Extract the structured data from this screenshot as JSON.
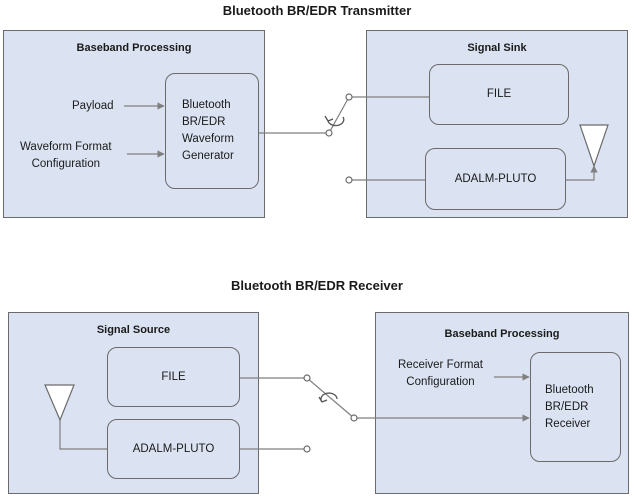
{
  "transmitter": {
    "title": "Bluetooth BR/EDR Transmitter",
    "baseband": {
      "title": "Baseband Processing",
      "payload_label": "Payload",
      "waveform_config_label": "Waveform Format\nConfiguration",
      "generator_label": "Bluetooth\nBR/EDR\nWaveform\nGenerator"
    },
    "sink": {
      "title": "Signal Sink",
      "file_label": "FILE",
      "pluto_label": "ADALM-PLUTO"
    }
  },
  "receiver": {
    "title": "Bluetooth BR/EDR Receiver",
    "source": {
      "title": "Signal Source",
      "file_label": "FILE",
      "pluto_label": "ADALM-PLUTO"
    },
    "baseband": {
      "title": "Baseband Processing",
      "receiver_config_label": "Receiver Format\nConfiguration",
      "receiver_label": "Bluetooth\nBR/EDR\nReceiver"
    }
  },
  "colors": {
    "panel_fill": "#dbe3f2",
    "border": "#6b6b6b",
    "wire": "#7f7f7f"
  },
  "icons": [
    "antenna-icon",
    "switch-rotate-icon"
  ]
}
